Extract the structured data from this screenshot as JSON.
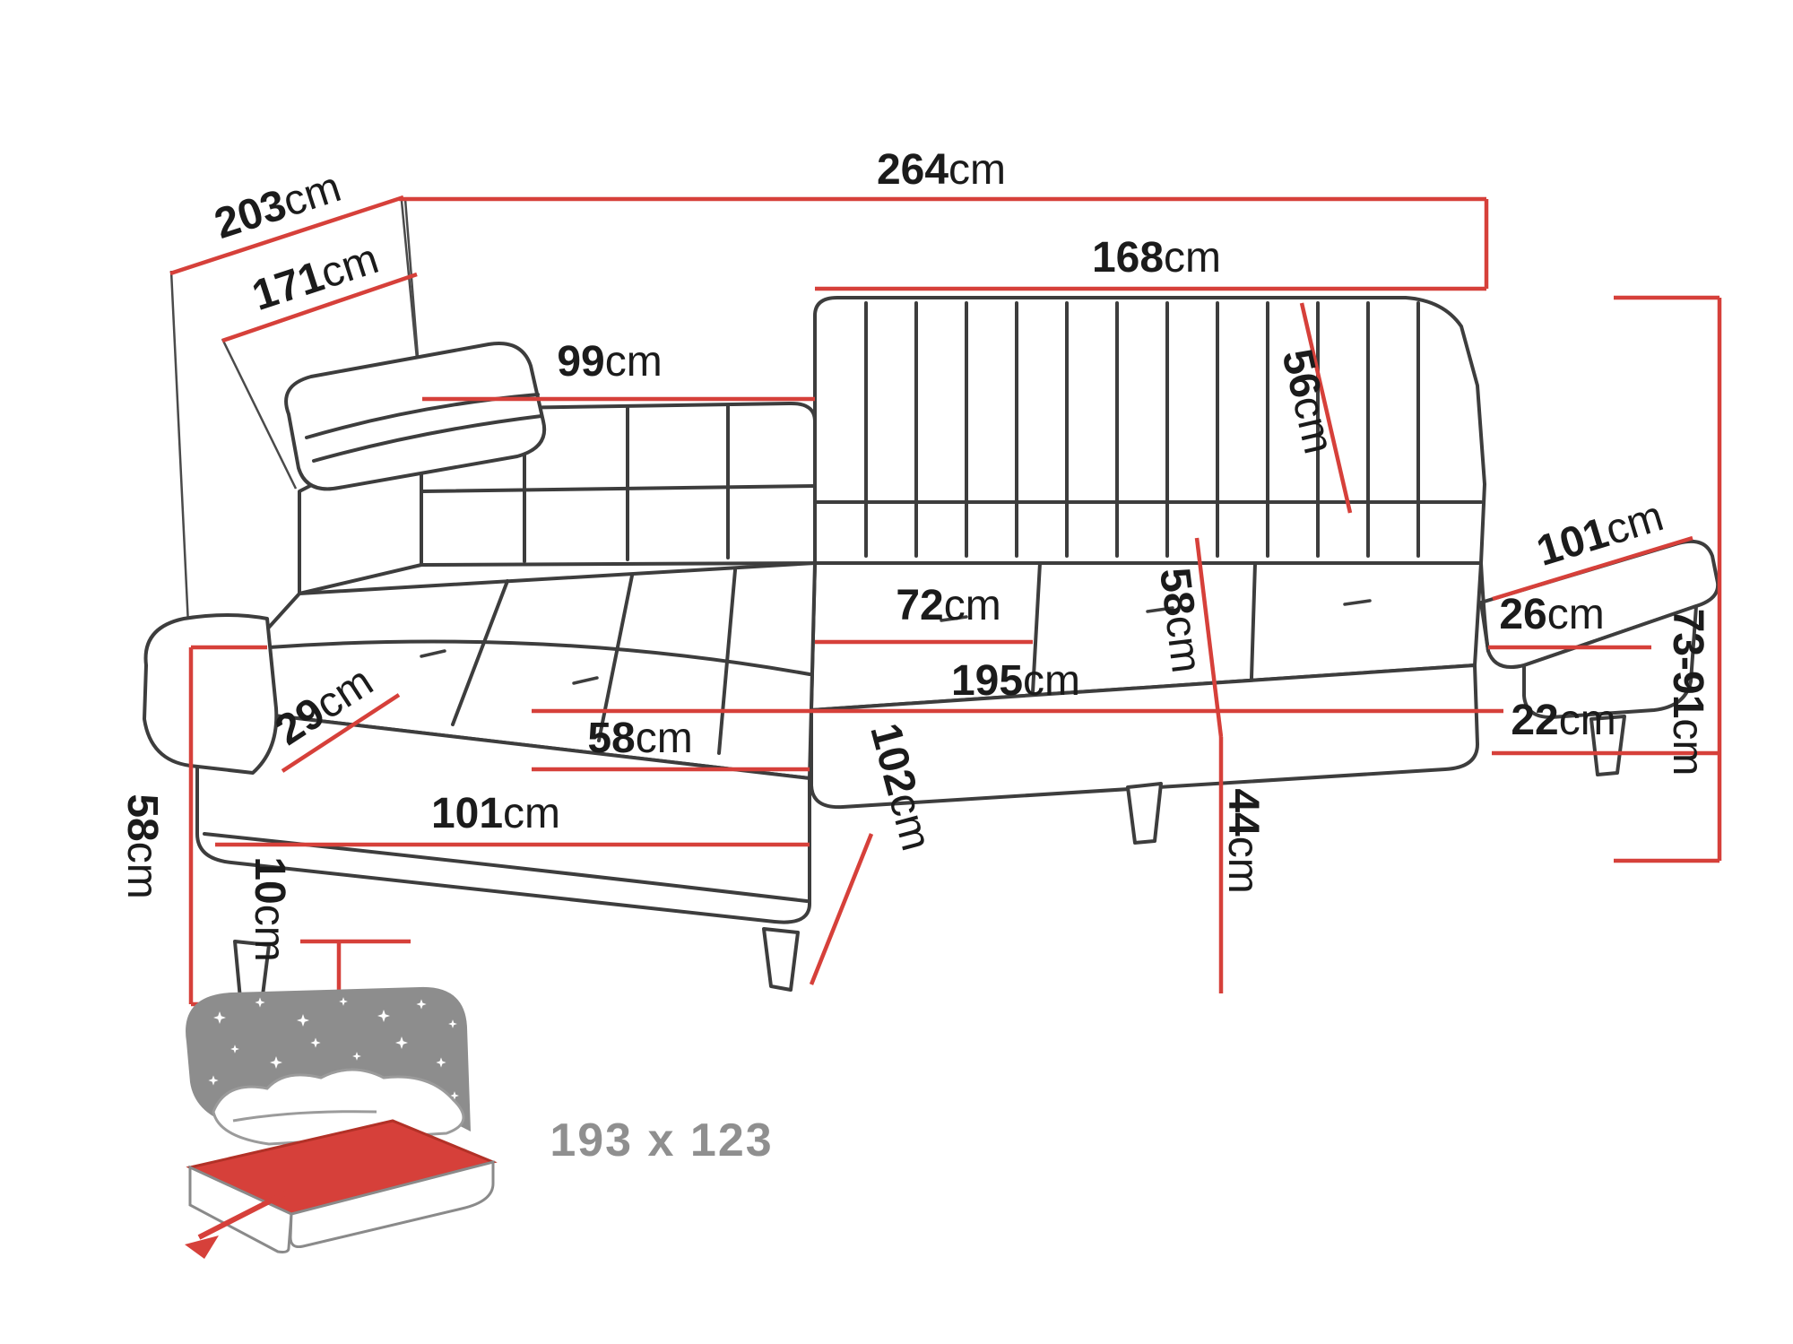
{
  "diagram": {
    "subject": "corner-sofa-dimensions",
    "unit_default": "cm",
    "palette": {
      "accent": "#d6403a",
      "outline": "#3d3d3d",
      "text": "#1b1b1b",
      "muted": "#8f8f8f"
    },
    "dims": {
      "width_total": {
        "value": "264",
        "unit": "cm"
      },
      "depth_total": {
        "value": "203",
        "unit": "cm"
      },
      "depth_inner": {
        "value": "171",
        "unit": "cm"
      },
      "chaise_back_width": {
        "value": "99",
        "unit": "cm"
      },
      "seat_back_width": {
        "value": "168",
        "unit": "cm"
      },
      "backrest_height": {
        "value": "56",
        "unit": "cm"
      },
      "arm_length": {
        "value": "101",
        "unit": "cm"
      },
      "arm_width": {
        "value": "26",
        "unit": "cm"
      },
      "seat_depth": {
        "value": "72",
        "unit": "cm"
      },
      "back_cushion_height": {
        "value": "58",
        "unit": "cm"
      },
      "seat_width": {
        "value": "195",
        "unit": "cm"
      },
      "height_range": {
        "value": "73-91",
        "unit": "cm"
      },
      "arm_height": {
        "value": "22",
        "unit": "cm"
      },
      "corner_cushion": {
        "value": "29",
        "unit": "cm"
      },
      "chaise_seat_width": {
        "value": "58",
        "unit": "cm"
      },
      "chaise_length": {
        "value": "101",
        "unit": "cm"
      },
      "seat_height": {
        "value": "44",
        "unit": "cm"
      },
      "side_height": {
        "value": "58",
        "unit": "cm"
      },
      "leg_height": {
        "value": "10",
        "unit": "cm"
      },
      "chaise_depth": {
        "value": "102",
        "unit": "cm"
      },
      "sleeping_area": {
        "value": "193 x 123",
        "unit": ""
      }
    }
  }
}
